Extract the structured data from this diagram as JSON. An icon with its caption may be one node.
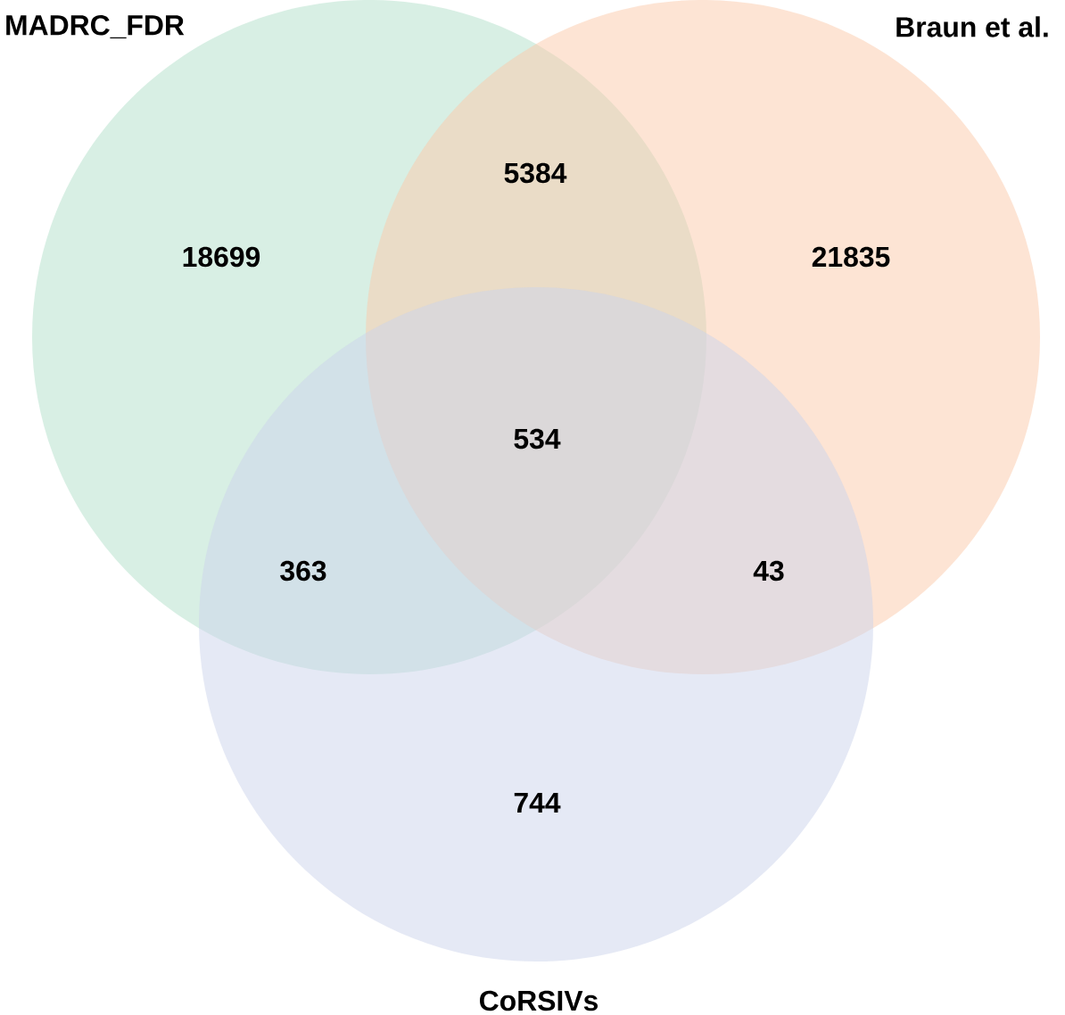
{
  "diagram": {
    "nodes": [
      {
        "text": [
          "MADRC_FDR",
          "18699"
        ]
      },
      {
        "text": [
          "Braun et al.",
          "21835"
        ]
      },
      {
        "text": [
          "744",
          "CoRSIVs"
        ]
      }
    ],
    "labels": [
      "5384",
      "534",
      "363",
      "43"
    ]
  }
}
